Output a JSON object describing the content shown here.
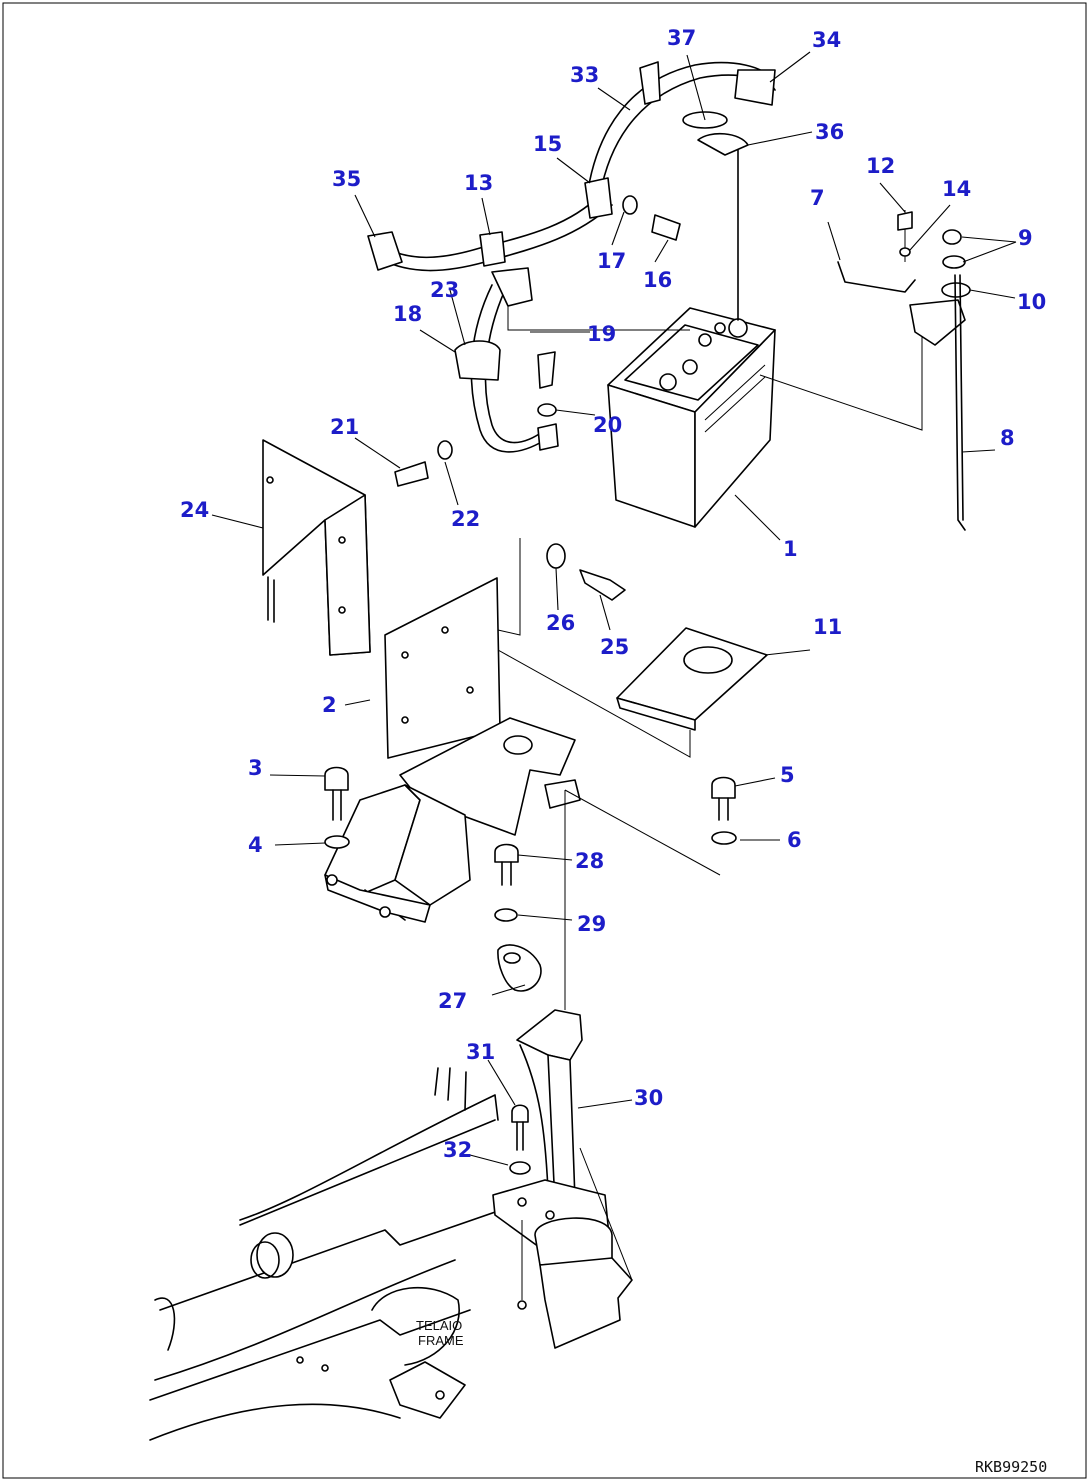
{
  "figure": {
    "frame_label_line1": "TELAIO",
    "frame_label_line2": "FRAME",
    "drawing_id": "RKB99250",
    "callouts": [
      {
        "id": "c1",
        "label": "1"
      },
      {
        "id": "c2",
        "label": "2"
      },
      {
        "id": "c3",
        "label": "3"
      },
      {
        "id": "c4",
        "label": "4"
      },
      {
        "id": "c5",
        "label": "5"
      },
      {
        "id": "c6",
        "label": "6"
      },
      {
        "id": "c7",
        "label": "7"
      },
      {
        "id": "c8",
        "label": "8"
      },
      {
        "id": "c9",
        "label": "9"
      },
      {
        "id": "c10",
        "label": "10"
      },
      {
        "id": "c11",
        "label": "11"
      },
      {
        "id": "c12",
        "label": "12"
      },
      {
        "id": "c13",
        "label": "13"
      },
      {
        "id": "c14",
        "label": "14"
      },
      {
        "id": "c15",
        "label": "15"
      },
      {
        "id": "c16",
        "label": "16"
      },
      {
        "id": "c17",
        "label": "17"
      },
      {
        "id": "c18",
        "label": "18"
      },
      {
        "id": "c19",
        "label": "19"
      },
      {
        "id": "c20",
        "label": "20"
      },
      {
        "id": "c21",
        "label": "21"
      },
      {
        "id": "c22",
        "label": "22"
      },
      {
        "id": "c23",
        "label": "23"
      },
      {
        "id": "c24",
        "label": "24"
      },
      {
        "id": "c25",
        "label": "25"
      },
      {
        "id": "c26",
        "label": "26"
      },
      {
        "id": "c27",
        "label": "27"
      },
      {
        "id": "c28",
        "label": "28"
      },
      {
        "id": "c29",
        "label": "29"
      },
      {
        "id": "c30",
        "label": "30"
      },
      {
        "id": "c31",
        "label": "31"
      },
      {
        "id": "c32",
        "label": "32"
      },
      {
        "id": "c33",
        "label": "33"
      },
      {
        "id": "c34",
        "label": "34"
      },
      {
        "id": "c35",
        "label": "35"
      },
      {
        "id": "c36",
        "label": "36"
      },
      {
        "id": "c37",
        "label": "37"
      }
    ]
  }
}
